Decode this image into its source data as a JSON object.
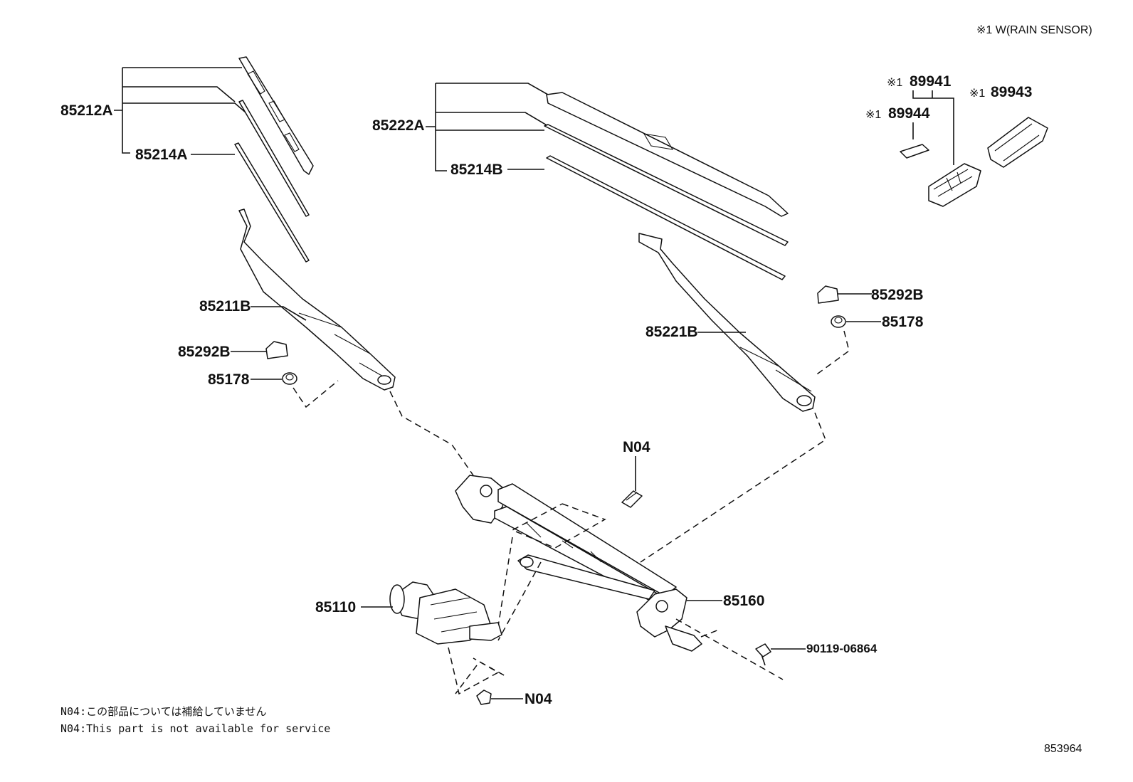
{
  "header": {
    "note": "※1 W(RAIN SENSOR)"
  },
  "labels": {
    "p85212A": "85212A",
    "p85214A": "85214A",
    "p85222A": "85222A",
    "p85214B": "85214B",
    "p89941": "89941",
    "p89944": "89944",
    "p89943": "89943",
    "mark": "※1",
    "p85211B": "85211B",
    "p85292B_left": "85292B",
    "p85178_left": "85178",
    "p85221B": "85221B",
    "p85292B_right": "85292B",
    "p85178_right": "85178",
    "n04_top": "N04",
    "p85110": "85110",
    "p85160": "85160",
    "p90119": "90119-06864",
    "n04_bottom": "N04"
  },
  "footer": {
    "note_jp": "N04:この部品については補給していません",
    "note_en": "N04:This part is not available for service",
    "code": "853964"
  }
}
